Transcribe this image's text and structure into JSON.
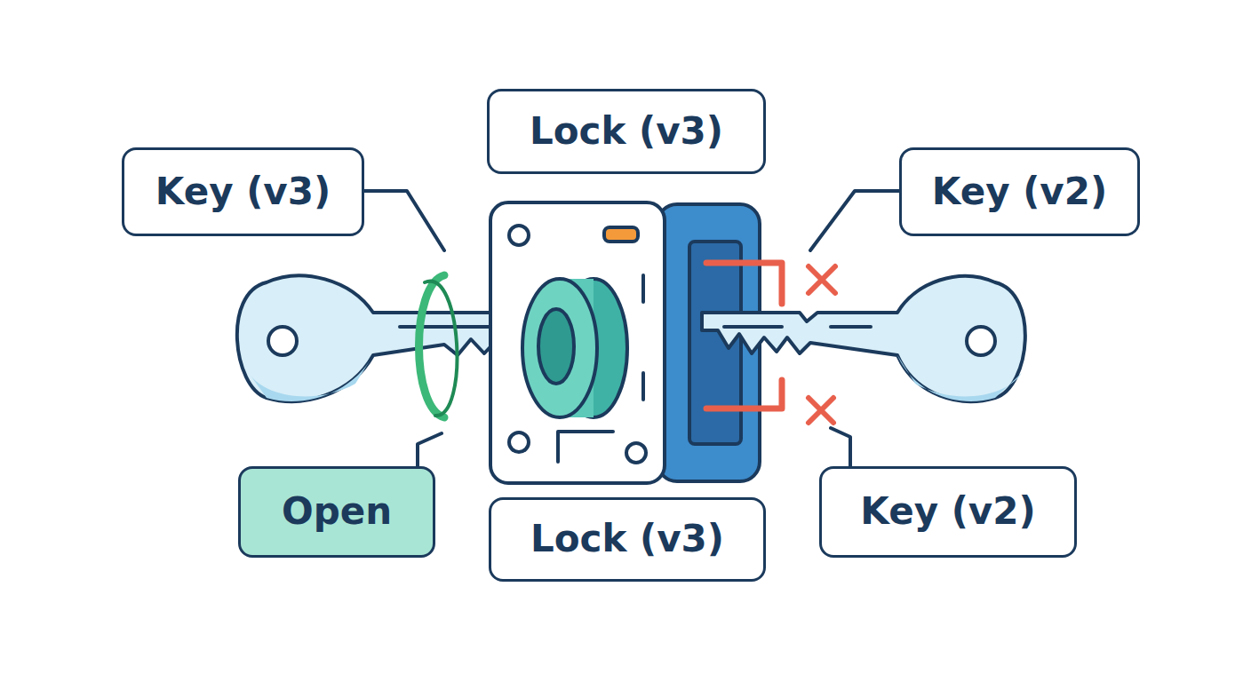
{
  "diagram": {
    "nodes": [
      {
        "text": [
          "Lock (v3)"
        ]
      },
      {
        "text": [
          "Key (v3)"
        ]
      },
      {
        "text": [
          "Key (v2)"
        ]
      },
      {
        "text": [
          "Open"
        ]
      },
      {
        "text": [
          "Lock (v3)"
        ]
      },
      {
        "text": [
          "Key (v2)"
        ]
      }
    ]
  }
}
